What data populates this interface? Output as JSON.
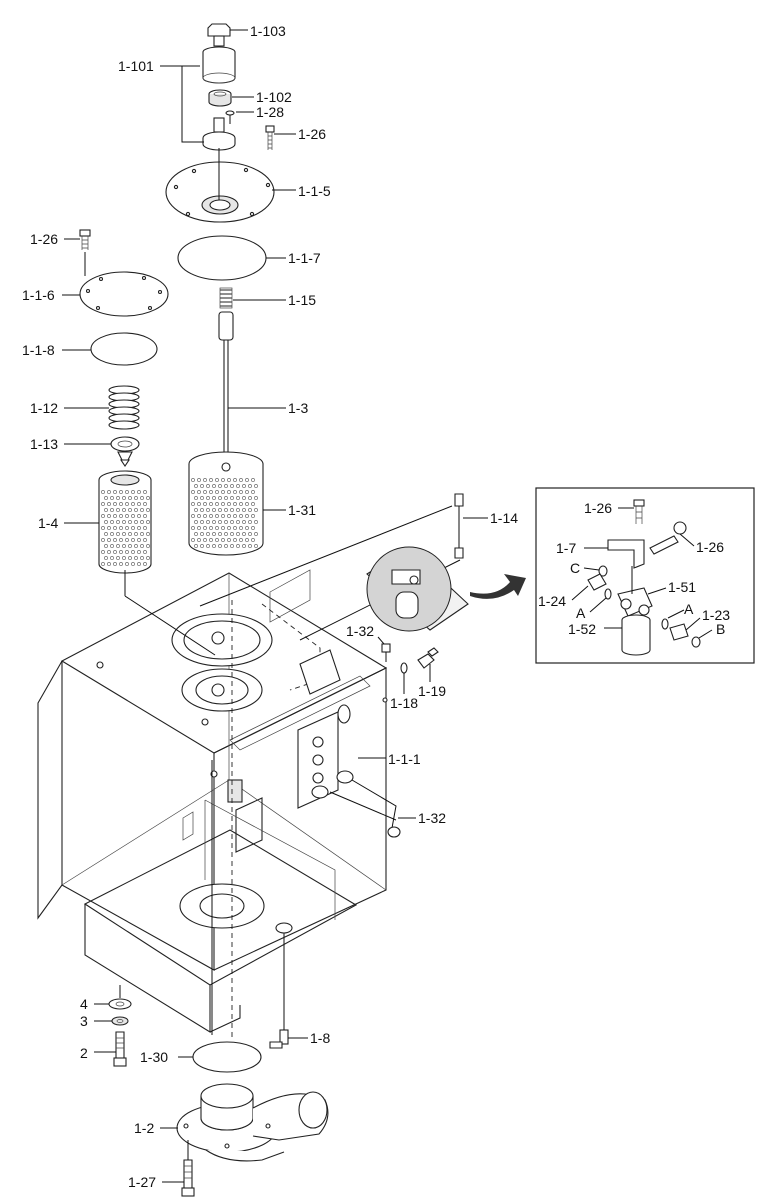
{
  "diagram": {
    "labels": {
      "p1_103": "1-103",
      "p1_101": "1-101",
      "p1_102": "1-102",
      "p1_28": "1-28",
      "p1_26_top": "1-26",
      "p1_1_5": "1-1-5",
      "p1_26_left": "1-26",
      "p1_1_7": "1-1-7",
      "p1_1_6": "1-1-6",
      "p1_15": "1-15",
      "p1_1_8": "1-1-8",
      "p1_3": "1-3",
      "p1_12": "1-12",
      "p1_13": "1-13",
      "p1_4": "1-4",
      "p1_31": "1-31",
      "p1_14": "1-14",
      "p1_32_a": "1-32",
      "p1_18": "1-18",
      "p1_19": "1-19",
      "p1_1_1": "1-1-1",
      "p1_32_b": "1-32",
      "p4": "4",
      "p3": "3",
      "p2": "2",
      "p1_30": "1-30",
      "p1_8": "1-8",
      "p1_2": "1-2",
      "p1_27": "1-27"
    },
    "inset": {
      "p1_26_a": "1-26",
      "p1_26_b": "1-26",
      "p1_7": "1-7",
      "c": "C",
      "p1_51": "1-51",
      "p1_24": "1-24",
      "a1": "A",
      "a2": "A",
      "p1_23": "1-23",
      "p1_52": "1-52",
      "b": "B"
    }
  }
}
